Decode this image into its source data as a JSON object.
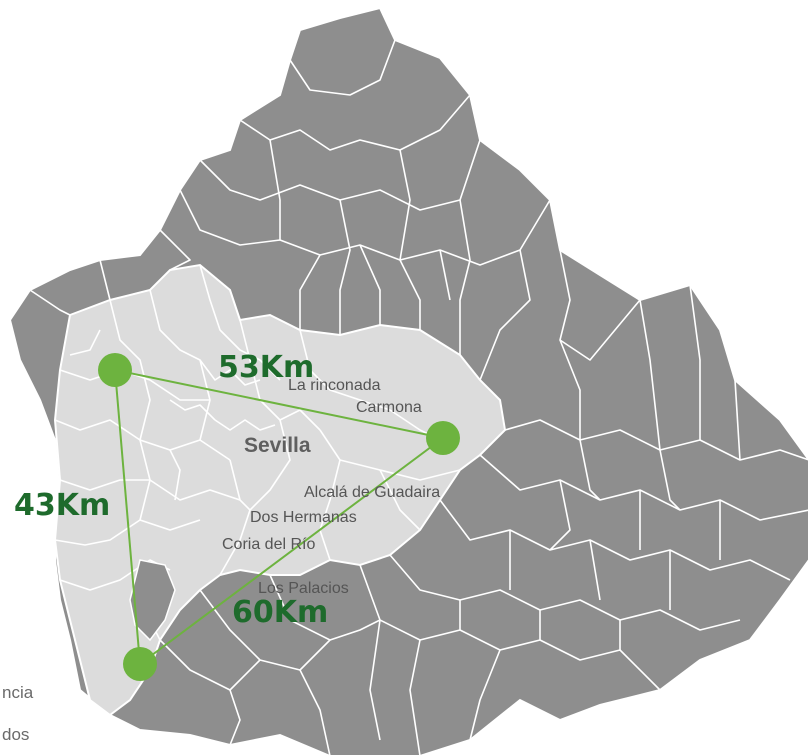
{
  "colors": {
    "province_fill": "#8e8e8e",
    "highlight_fill": "#dcdcdc",
    "border": "#ffffff",
    "route": "#6db33f",
    "distance_text": "#1e6b2c",
    "label_text": "#555555"
  },
  "map": {
    "city": "Sevilla",
    "towns": {
      "la_rinconada": "La rinconada",
      "carmona": "Carmona",
      "alcala": "Alcalá de Guadaira",
      "dos_hermanas": "Dos Hermanas",
      "coria": "Coria del Río",
      "los_palacios": "Los Palacios"
    }
  },
  "distances": {
    "top": "53Km",
    "left": "43Km",
    "bottom": "60Km"
  },
  "left_edge_text": {
    "line1": "ncia",
    "line2": "dos"
  }
}
